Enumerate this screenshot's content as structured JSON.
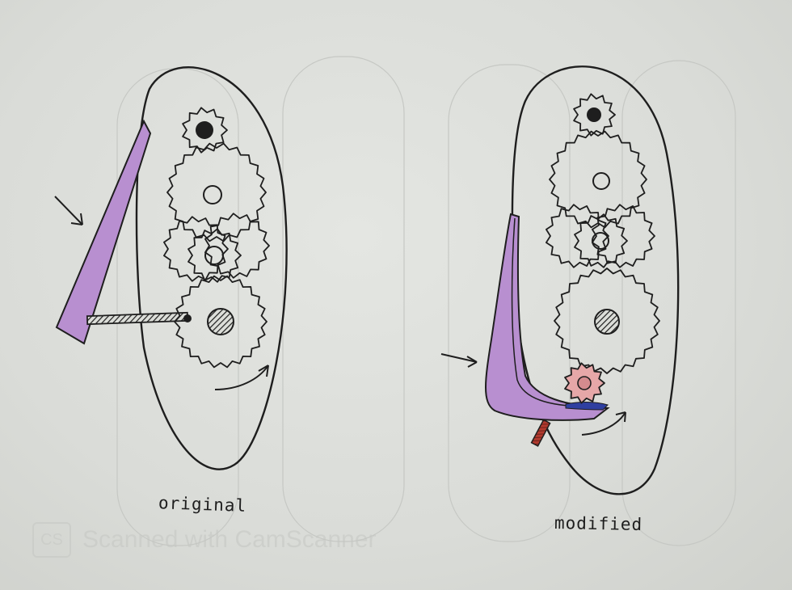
{
  "labels": {
    "original": "original",
    "modified": "modified"
  },
  "watermark": {
    "logo": "CS",
    "text": "Scanned with CamScanner"
  },
  "colors": {
    "ink": "#1e1e1e",
    "paper": "#dcded9",
    "lever_purple": "#b88fd0",
    "gear_pink": "#e6a7a8",
    "blue_tip": "#2f3fa0",
    "spring_red": "#b23a2e"
  }
}
